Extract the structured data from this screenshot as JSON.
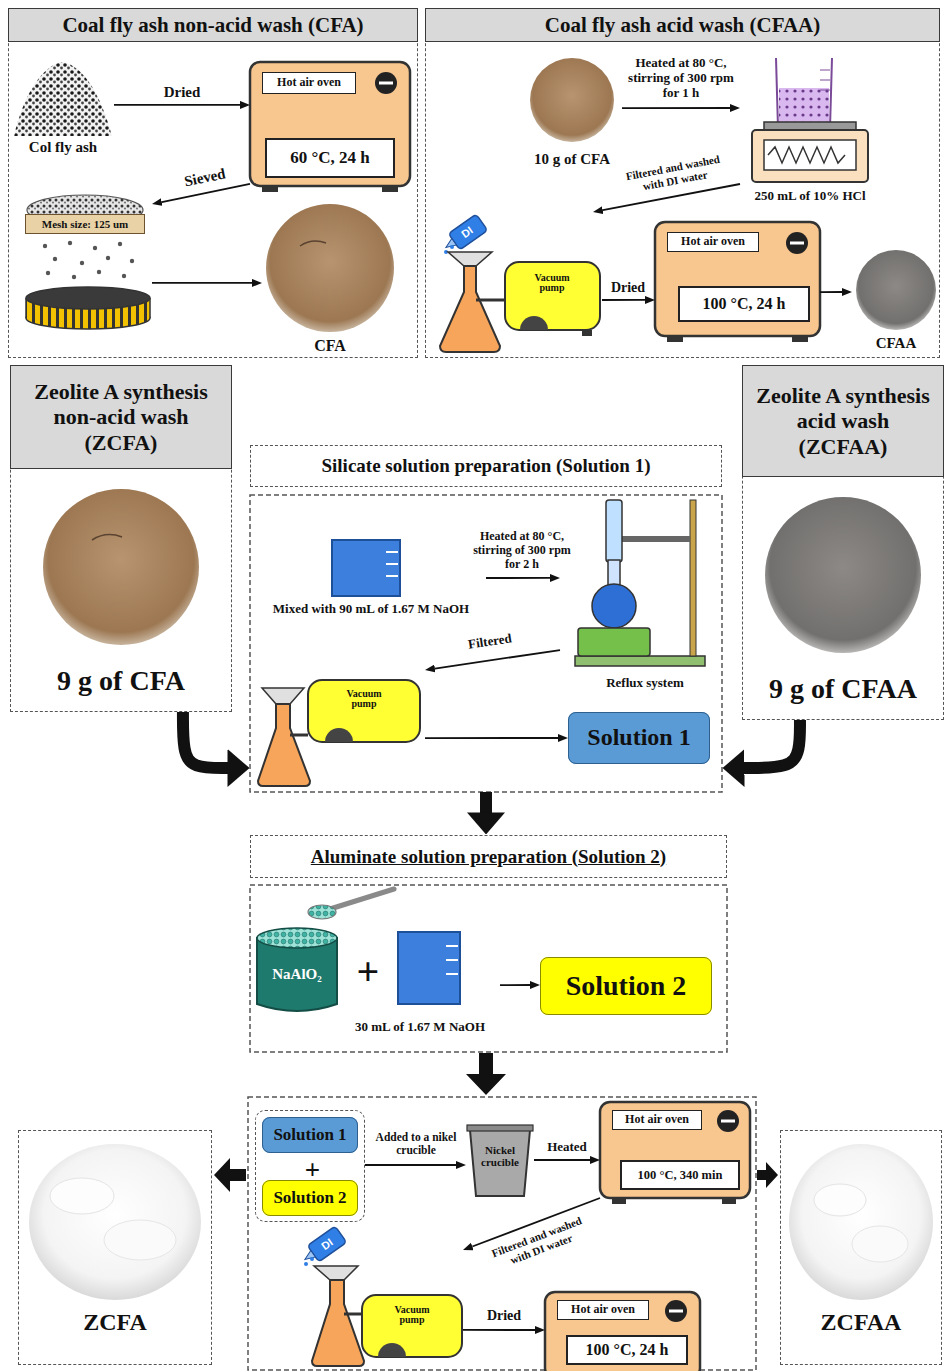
{
  "diagram": {
    "nodes": [
      {
        "text": [
          "Coal fly ash non-acid wash (CFA)"
        ]
      },
      {
        "text": [
          "Col fly ash"
        ],
        "in": 0
      },
      {
        "text": [
          "Hot air oven",
          "60 °C, 24 h"
        ],
        "in": 0
      },
      {
        "text": [
          "Mesh size: 125 um"
        ],
        "in": 0
      },
      {
        "text": [
          "CFA"
        ],
        "in": 0
      },
      {
        "text": [
          "Coal fly ash acid wash (CFAA)"
        ]
      },
      {
        "text": [
          "10 g of CFA"
        ],
        "in": 5
      },
      {
        "text": [
          "250 mL of 10% HCl"
        ],
        "in": 5
      },
      {
        "text": [
          "DI",
          "Vacuum pump"
        ],
        "in": 5
      },
      {
        "text": [
          "Hot air oven",
          "100 °C, 24 h"
        ],
        "in": 5
      },
      {
        "text": [
          "CFAA"
        ],
        "in": 5
      },
      {
        "text": [
          "Zeolite A synthesis non-acid wash (ZCFA)",
          "9 g of CFA"
        ]
      },
      {
        "text": [
          "Silicate solution preparation (Solution 1)"
        ]
      },
      {
        "text": [
          "Mixed with 90 mL of 1.67 M NaOH"
        ],
        "in": 12
      },
      {
        "text": [
          "Reflux system"
        ],
        "in": 12
      },
      {
        "text": [
          "Vacuum pump"
        ],
        "in": 12
      },
      {
        "text": [
          "Solution 1"
        ],
        "in": 12
      },
      {
        "text": [
          "Zeolite A synthesis acid wash (ZCFAA)",
          "9 g of CFAA"
        ]
      },
      {
        "text": [
          "Aluminate solution preparation (Solution 2)"
        ]
      },
      {
        "text": [
          "NaAlO₂"
        ],
        "in": 18
      },
      {
        "text": [
          "30 mL of 1.67 M NaOH"
        ],
        "in": 18
      },
      {
        "text": [
          "Solution 2"
        ],
        "in": 18
      },
      {
        "text": [
          "+"
        ]
      },
      {
        "text": [
          "Solution 1"
        ],
        "in": 22
      },
      {
        "text": [
          "Solution 2"
        ],
        "in": 22
      },
      {
        "text": [
          "Nickel crucible"
        ]
      },
      {
        "text": [
          "Hot air oven",
          "100 °C, 340 min"
        ]
      },
      {
        "text": [
          "DI",
          "Vacuum pump"
        ]
      },
      {
        "text": [
          "Hot air oven",
          "100 °C, 24 h"
        ]
      },
      {
        "text": [
          "ZCFA"
        ]
      },
      {
        "text": [
          "ZCFAA"
        ]
      }
    ],
    "edges": [
      {
        "from": 1,
        "to": 2,
        "arrow": "to",
        "label": "Dried"
      },
      {
        "from": 2,
        "to": 3,
        "arrow": "to",
        "label": "Sieved"
      },
      {
        "from": 3,
        "to": 4,
        "arrow": "to"
      },
      {
        "from": 6,
        "to": 7,
        "arrow": "to",
        "label": "Heated at 80 °C, stirring of 300 rpm for 1 h"
      },
      {
        "from": 7,
        "to": 8,
        "arrow": "to",
        "label": "Filtered and washed with DI water"
      },
      {
        "from": 8,
        "to": 9,
        "arrow": "to",
        "label": "Dried"
      },
      {
        "from": 9,
        "to": 10,
        "arrow": "to"
      },
      {
        "from": 11,
        "to": 12,
        "arrow": "to"
      },
      {
        "from": 17,
        "to": 12,
        "arrow": "to"
      },
      {
        "from": 13,
        "to": 14,
        "arrow": "to",
        "label": "Heated at 80 °C, stirring of 300 rpm for 2 h"
      },
      {
        "from": 14,
        "to": 15,
        "arrow": "to",
        "label": "Filtered"
      },
      {
        "from": 15,
        "to": 16,
        "arrow": "to"
      },
      {
        "from": 12,
        "to": 18,
        "arrow": "to"
      },
      {
        "from": 20,
        "to": 21,
        "arrow": "to"
      },
      {
        "from": 22,
        "to": 25,
        "arrow": "to",
        "label": "Added to a nikel crucible"
      },
      {
        "from": 25,
        "to": 26,
        "arrow": "to",
        "label": "Heated"
      },
      {
        "from": 26,
        "to": 27,
        "arrow": "to",
        "label": "Filtered and washed with DI water"
      },
      {
        "from": 27,
        "to": 28,
        "arrow": "to",
        "label": "Dried"
      }
    ],
    "labels": [
      "+"
    ]
  }
}
